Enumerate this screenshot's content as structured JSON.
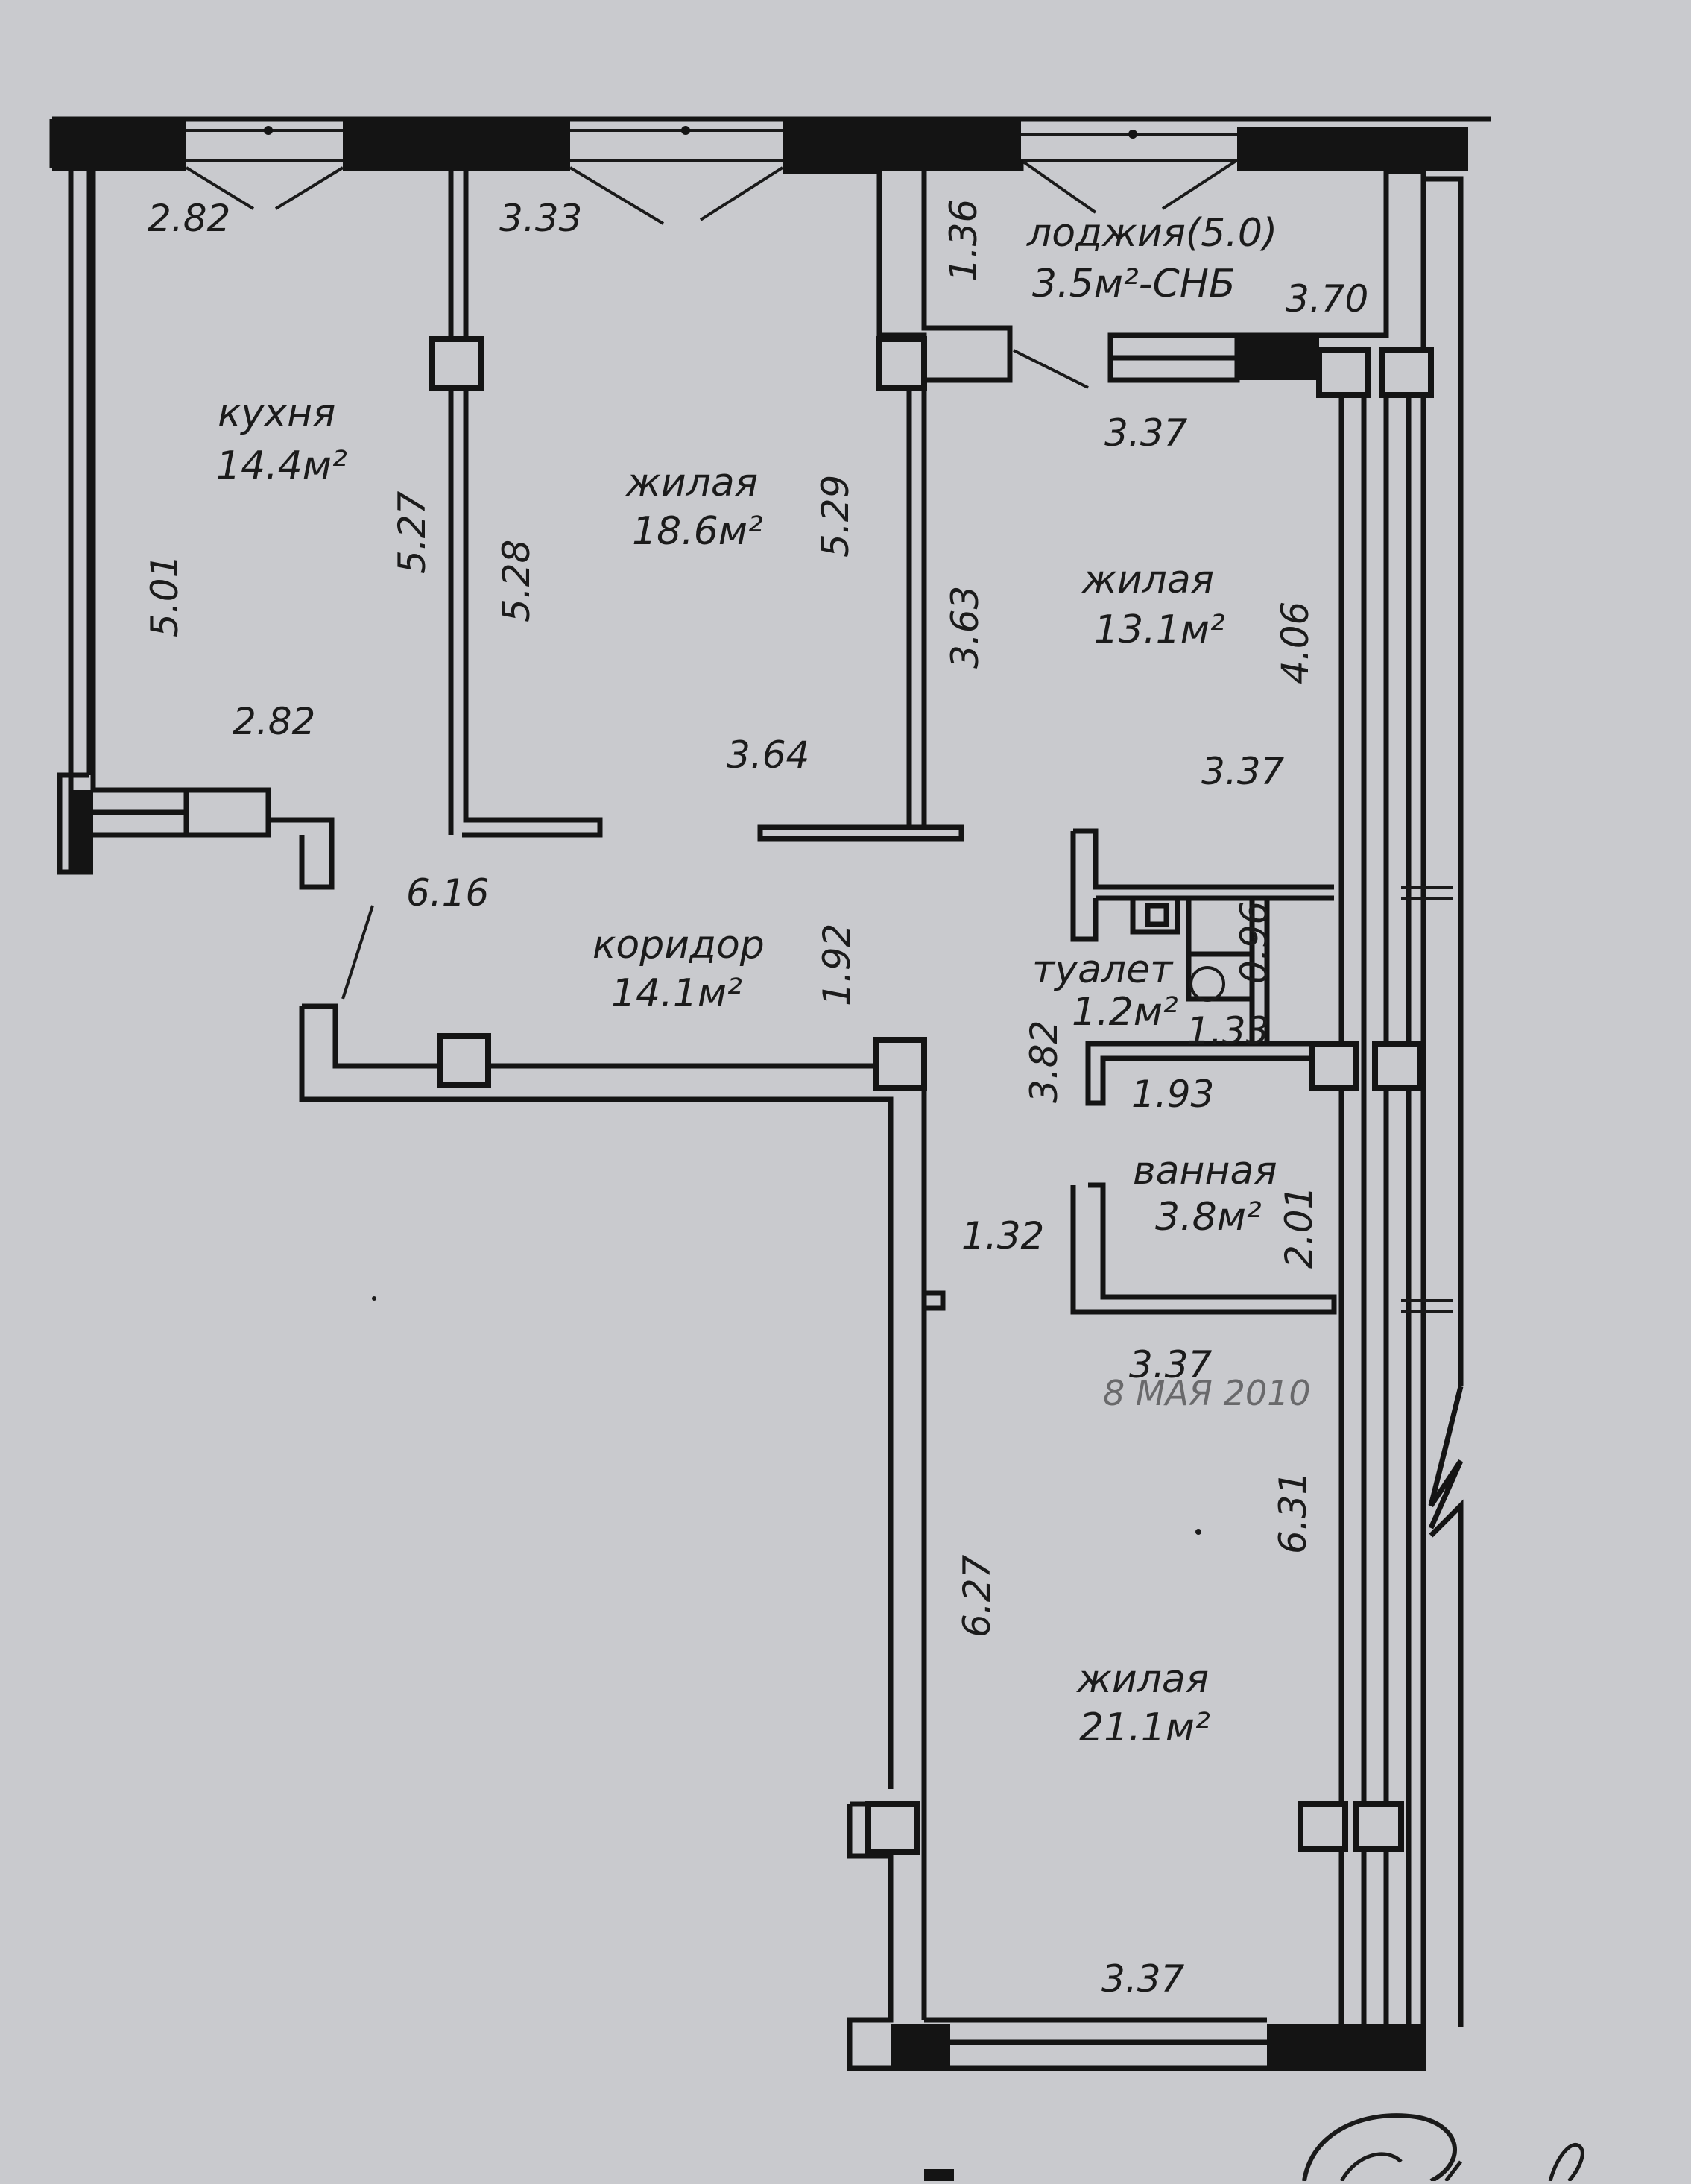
{
  "rooms": {
    "kitchen": {
      "name": "кухня",
      "area": "14.4м²"
    },
    "living1": {
      "name": "жилая",
      "area": "18.6м²"
    },
    "loggia": {
      "name": "лоджия(5.0)",
      "area": "3.5м²-СНБ"
    },
    "living2": {
      "name": "жилая",
      "area": "13.1м²"
    },
    "corridor": {
      "name": "коридор",
      "area": "14.1м²"
    },
    "toilet": {
      "name": "туалет",
      "area": "1.2м²"
    },
    "bathroom": {
      "name": "ванная",
      "area": "3.8м²"
    },
    "living3": {
      "name": "жилая",
      "area": "21.1м²"
    }
  },
  "dimensions": {
    "kitchen_top": "2.82",
    "kitchen_bottom": "2.82",
    "kitchen_left": "5.01",
    "kitchen_right": "5.27",
    "living1_top": "3.33",
    "living1_left": "5.28",
    "living1_right": "5.29",
    "living1_bottom": "3.64",
    "loggia_left": "1.36",
    "loggia_right": "3.70",
    "living2_top": "3.37",
    "living2_left": "3.63",
    "living2_right": "4.06",
    "living2_bottom": "3.37",
    "corridor_long": "6.16",
    "corridor_width": "1.92",
    "corridor_side": "3.82",
    "corridor_lower": "1.32",
    "toilet_width": "1.33",
    "toilet_depth": "0.96",
    "bath_top": "1.93",
    "bath_side": "2.01",
    "living3_top": "3.37",
    "living3_left": "6.27",
    "living3_right": "6.31",
    "living3_bottom": "3.37"
  },
  "stamp": "8 МАЯ 2010"
}
